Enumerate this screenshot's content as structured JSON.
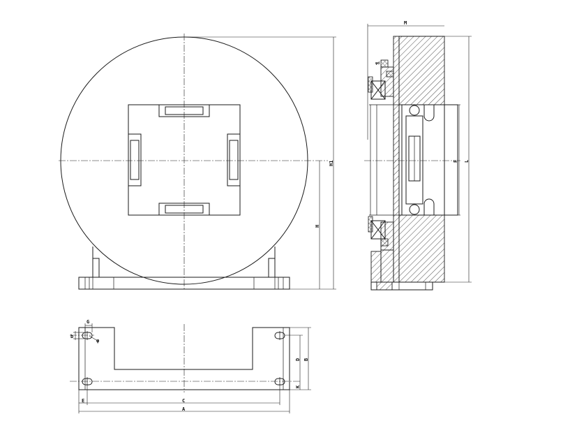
{
  "labels": {
    "M": "M",
    "H1": "H1",
    "H": "H",
    "F": "F",
    "L": "L",
    "G": "G",
    "b": "b",
    "phi": "φ",
    "D": "D",
    "B": "B",
    "K": "K",
    "E": "E",
    "C": "C",
    "A": "A"
  },
  "colors": {
    "line": "#1a1a1a",
    "background": "#ffffff"
  }
}
